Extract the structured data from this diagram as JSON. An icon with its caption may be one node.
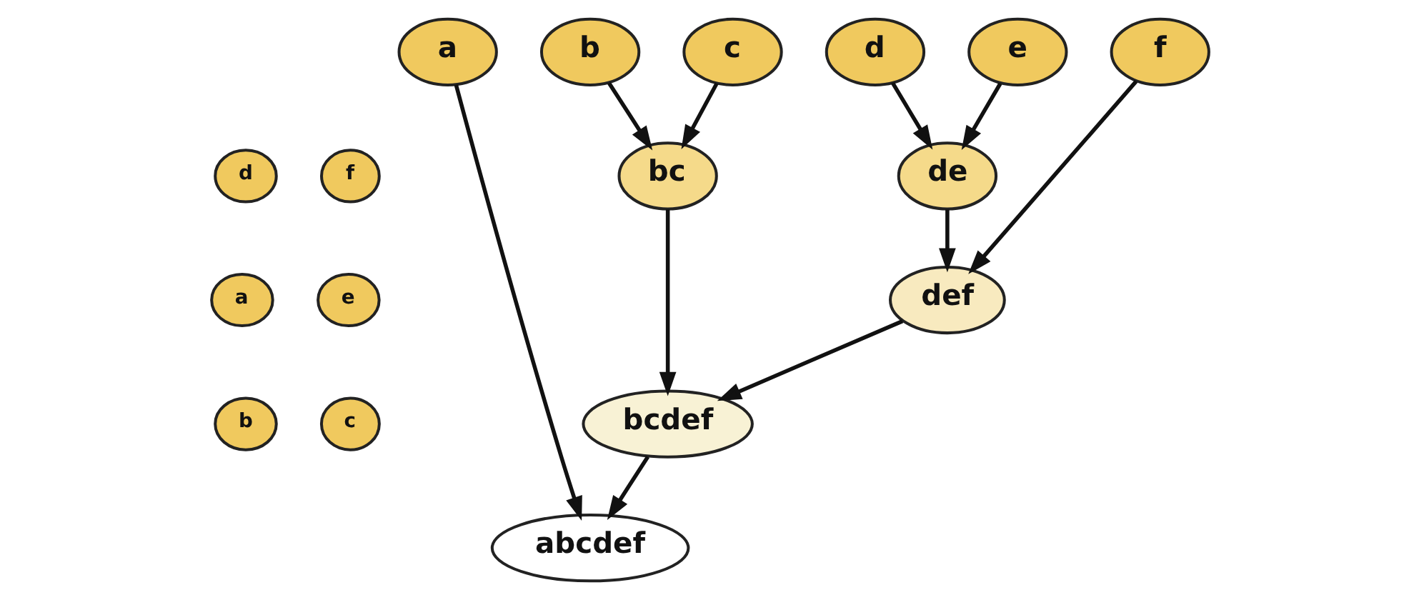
{
  "diagram": {
    "nodes": [
      {
        "text": [
          "f"
        ]
      },
      {
        "text": [
          "d"
        ]
      },
      {
        "text": [
          "e"
        ]
      },
      {
        "text": [
          "a"
        ]
      },
      {
        "text": [
          "c"
        ]
      },
      {
        "text": [
          "b"
        ]
      },
      {
        "text": [
          "a"
        ]
      },
      {
        "text": [
          "b"
        ]
      },
      {
        "text": [
          "c"
        ]
      },
      {
        "text": [
          "d"
        ]
      },
      {
        "text": [
          "e"
        ]
      },
      {
        "text": [
          "f"
        ]
      },
      {
        "text": [
          "bc"
        ]
      },
      {
        "text": [
          "de"
        ]
      },
      {
        "text": [
          "def"
        ]
      },
      {
        "text": [
          "bcdef"
        ]
      },
      {
        "text": [
          "abcdef"
        ]
      }
    ],
    "edges": [
      {
        "from": 7,
        "to": 12,
        "arrow": "to"
      },
      {
        "from": 8,
        "to": 12,
        "arrow": "to"
      },
      {
        "from": 9,
        "to": 13,
        "arrow": "to"
      },
      {
        "from": 10,
        "to": 13,
        "arrow": "to"
      },
      {
        "from": 13,
        "to": 14,
        "arrow": "to"
      },
      {
        "from": 11,
        "to": 14,
        "arrow": "to"
      },
      {
        "from": 12,
        "to": 15,
        "arrow": "to"
      },
      {
        "from": 14,
        "to": 15,
        "arrow": "to"
      },
      {
        "from": 15,
        "to": 16,
        "arrow": "to"
      },
      {
        "from": 6,
        "to": 16,
        "arrow": "to"
      }
    ]
  }
}
